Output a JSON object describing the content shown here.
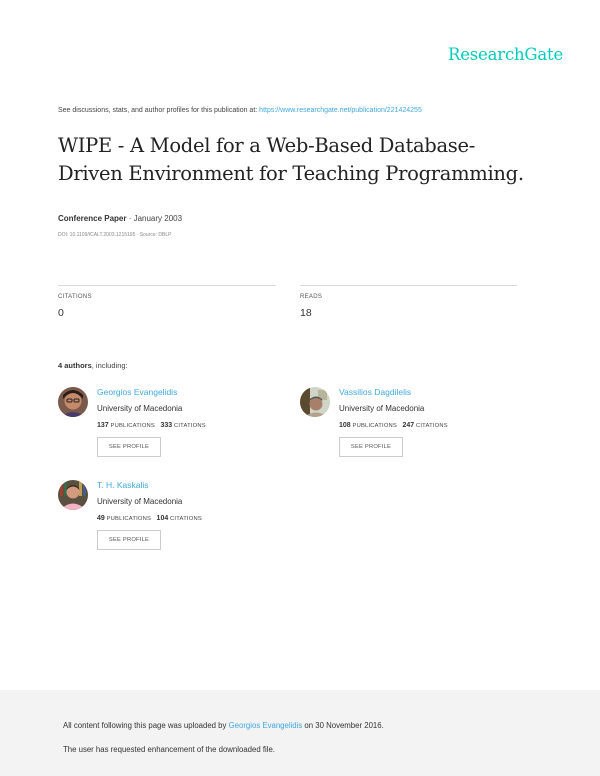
{
  "header": {
    "brand": "ResearchGate",
    "discuss_text": "See discussions, stats, and author profiles for this publication at: ",
    "discuss_link": "https://www.researchgate.net/publication/221424255"
  },
  "publication": {
    "title_line1": "WIPE - A Model for a Web-Based Database-",
    "title_line2": "Driven Environment for Teaching Programming.",
    "type": "Conference Paper",
    "date": " · January 2003",
    "doi_line": "DOI: 10.1109/ICALT.2003.1215195 · Source: DBLP"
  },
  "stats": {
    "citations_label": "CITATIONS",
    "citations_value": "0",
    "reads_label": "READS",
    "reads_value": "18"
  },
  "authors_section": {
    "count_bold": "4 authors",
    "suffix": ", including:"
  },
  "authors": [
    {
      "name": "Georgios Evangelidis",
      "institution": "University of Macedonia",
      "publications": "137",
      "publications_label": " PUBLICATIONS",
      "citations": "333",
      "citations_label": " CITATIONS",
      "button": "SEE PROFILE"
    },
    {
      "name": "Vassilios Dagdilelis",
      "institution": "University of Macedonia",
      "publications": "108",
      "publications_label": " PUBLICATIONS",
      "citations": "247",
      "citations_label": " CITATIONS",
      "button": "SEE PROFILE"
    },
    {
      "name": "T. H. Kaskalis",
      "institution": "University of Macedonia",
      "publications": "49",
      "publications_label": " PUBLICATIONS",
      "citations": "104",
      "citations_label": " CITATIONS",
      "button": "SEE PROFILE"
    }
  ],
  "footer": {
    "line1_prefix": "All content following this page was uploaded by ",
    "line1_link": "Georgios Evangelidis",
    "line1_suffix": " on 30 November 2016.",
    "line2": "The user has requested enhancement of the downloaded file."
  },
  "colors": {
    "brand": "#00ccbb",
    "link": "#40a8e0",
    "footer_bg": "#f3f3f3",
    "rule": "#d9d9d9"
  }
}
